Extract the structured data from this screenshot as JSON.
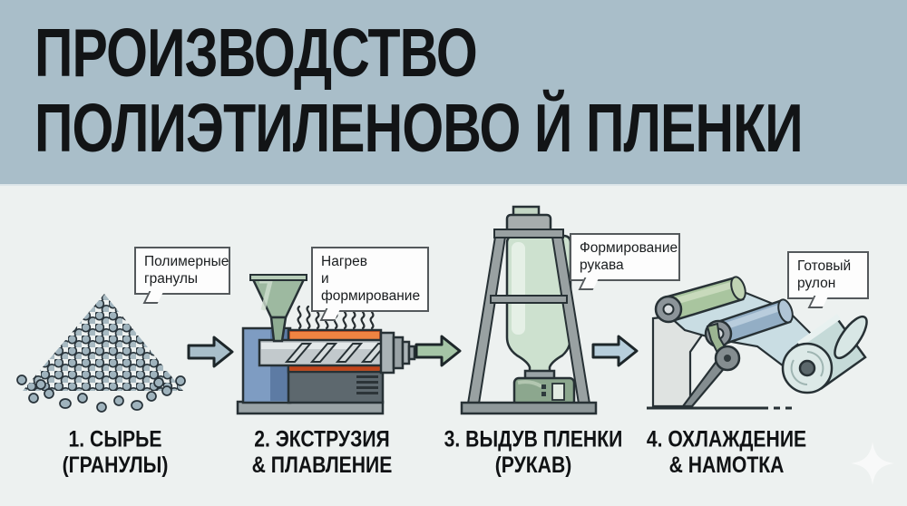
{
  "title": {
    "line1": "ПРОИЗВОДСТВО",
    "line2": "ПОЛИЭТИЛЕНОВО Й ПЛЕНКИ"
  },
  "stages": [
    {
      "id": "raw-material",
      "callout": {
        "line1": "Полимерные",
        "line2": "гранулы"
      },
      "caption": {
        "line1": "1. СЫРЬЕ",
        "line2": "(ГРАНУЛЫ)"
      },
      "illustration": "granule-pile"
    },
    {
      "id": "extrusion-melting",
      "callout": {
        "line1": "Нагрев",
        "line2": "и формирование"
      },
      "caption": {
        "line1": "2. ЭКСТРУЗИЯ",
        "line2": "& ПЛАВЛЕНИЕ"
      },
      "illustration": "extruder-machine"
    },
    {
      "id": "film-blowing",
      "callout": {
        "line1": "Формирование",
        "line2": "рукава"
      },
      "caption": {
        "line1": "3. ВЫДУВ ПЛЕНКИ",
        "line2": "(РУКАВ)"
      },
      "illustration": "blown-film-tower"
    },
    {
      "id": "cooling-winding",
      "callout": {
        "line1": "Готовый",
        "line2": "рулон"
      },
      "caption": {
        "line1": "4. ОХЛАЖДЕНИЕ",
        "line2": "& НАМОТКА"
      },
      "illustration": "cooling-winding-rollers"
    }
  ],
  "arrows": [
    {
      "from": "raw-material",
      "to": "extrusion-melting",
      "color": "#a9bfca"
    },
    {
      "from": "extrusion-melting",
      "to": "film-blowing",
      "color": "#a5c5a6"
    },
    {
      "from": "film-blowing",
      "to": "cooling-winding",
      "color": "#b7cedb"
    }
  ],
  "palette": {
    "header_bg": "#a9bec9",
    "body_bg": "#edf1f0",
    "title_color": "#121416",
    "outline": "#27313 5",
    "callout_bg": "#fdfdfd",
    "callout_border": "#54595c",
    "granule_fill": "#9fb3bd",
    "hopper_green": "#9db9a0",
    "heater_orange": "#e2571f",
    "machine_blue": "#7e9cc2",
    "bubble_green": "#cde1cf",
    "film_blue": "#c9dde3"
  }
}
